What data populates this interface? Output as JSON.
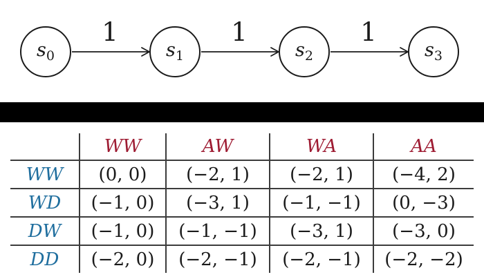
{
  "diagram": {
    "states": [
      {
        "base": "s",
        "sub": "0"
      },
      {
        "base": "s",
        "sub": "1"
      },
      {
        "base": "s",
        "sub": "2"
      },
      {
        "base": "s",
        "sub": "3"
      }
    ],
    "edges": [
      {
        "label": "1"
      },
      {
        "label": "1"
      },
      {
        "label": "1"
      }
    ]
  },
  "table": {
    "col_headers": [
      "WW",
      "AW",
      "WA",
      "AA"
    ],
    "row_headers": [
      "WW",
      "WD",
      "DW",
      "DD"
    ],
    "rows": [
      [
        "(0, 0)",
        "(−2, 1)",
        "(−2, 1)",
        "(−4, 2)"
      ],
      [
        "(−1, 0)",
        "(−3, 1)",
        "(−1, −1)",
        "(0, −3)"
      ],
      [
        "(−1, 0)",
        "(−1, −1)",
        "(−3, 1)",
        "(−3, 0)"
      ],
      [
        "(−2, 0)",
        "(−2, −1)",
        "(−2, −1)",
        "(−2, −2)"
      ]
    ],
    "colors": {
      "col_header": "#9e1b32",
      "row_header": "#1f6e9e",
      "rule": "#3b3b3b",
      "divider": "#000000"
    }
  }
}
